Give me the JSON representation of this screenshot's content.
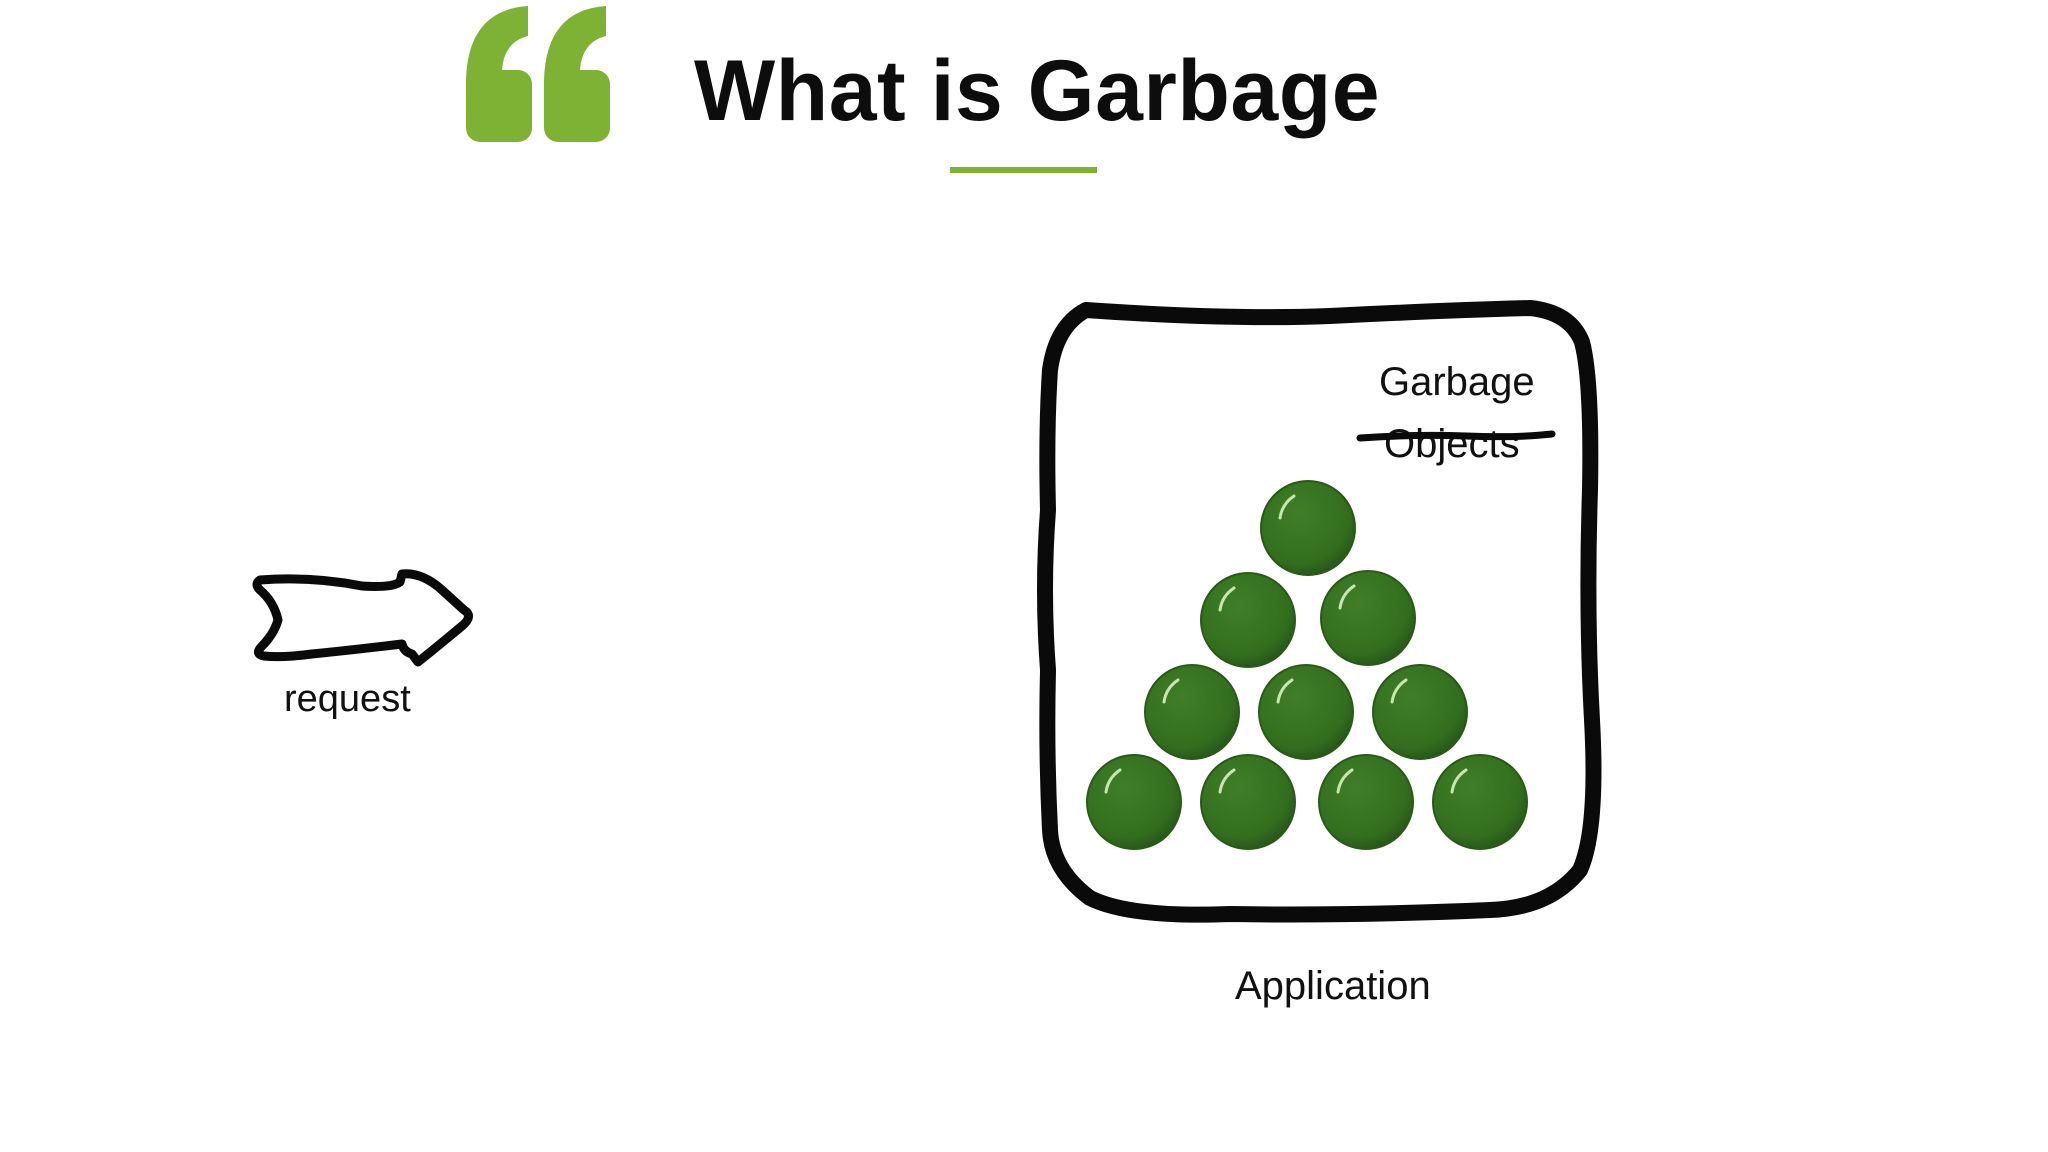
{
  "slide": {
    "title": "What is Garbage",
    "accent_color": "#7db234",
    "quote_icon": "quote-mark-icon"
  },
  "request": {
    "label": "request",
    "icon": "hand-drawn-arrow-icon"
  },
  "application": {
    "label": "Application",
    "garbage_label": "Garbage",
    "objects_label": "Objects",
    "object_color": "#336e1e",
    "object_rows": [
      1,
      2,
      3,
      4
    ]
  }
}
